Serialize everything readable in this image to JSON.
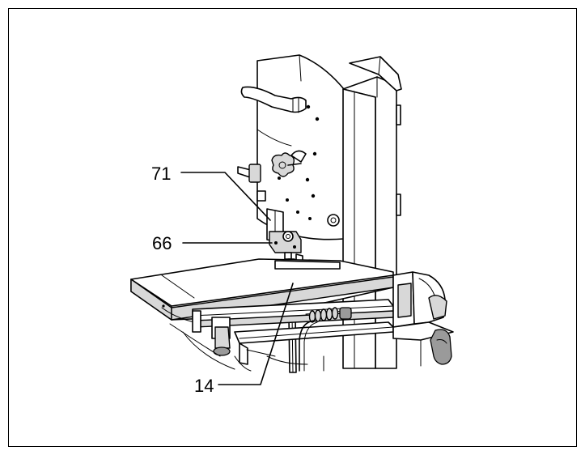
{
  "diagram": {
    "callouts": [
      {
        "id": "71",
        "label": "71"
      },
      {
        "id": "66",
        "label": "66"
      },
      {
        "id": "14",
        "label": "14"
      }
    ]
  }
}
